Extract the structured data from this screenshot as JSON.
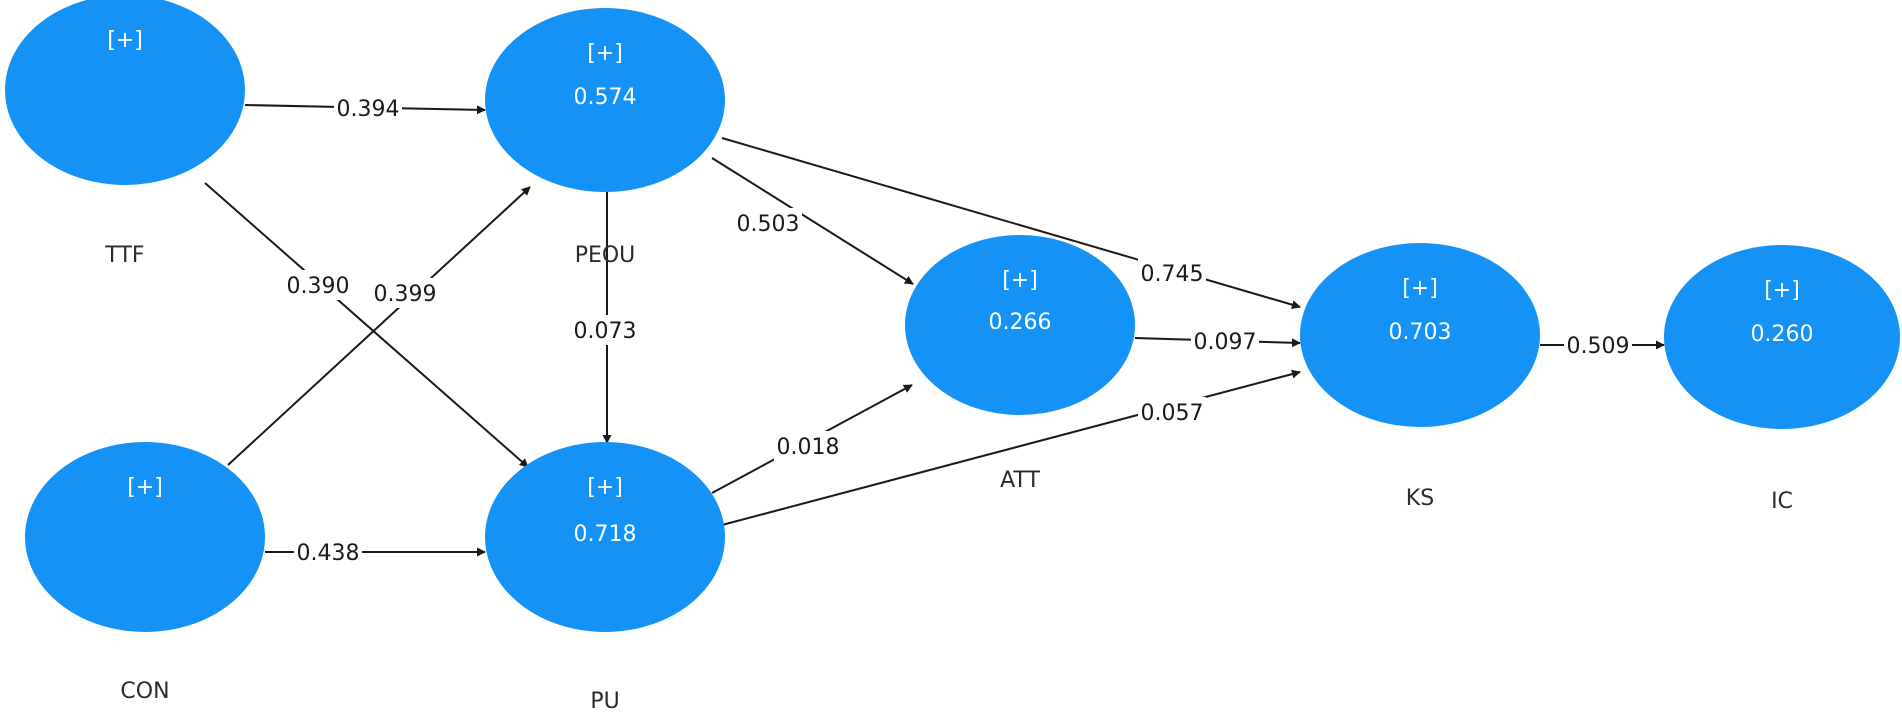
{
  "nodes": [
    {
      "id": "TTF",
      "name": "TTF",
      "expand": "[+]",
      "value": ""
    },
    {
      "id": "PEOU",
      "name": "PEOU",
      "expand": "[+]",
      "value": "0.574"
    },
    {
      "id": "CON",
      "name": "CON",
      "expand": "[+]",
      "value": ""
    },
    {
      "id": "PU",
      "name": "PU",
      "expand": "[+]",
      "value": "0.718"
    },
    {
      "id": "ATT",
      "name": "ATT",
      "expand": "[+]",
      "value": "0.266"
    },
    {
      "id": "KS",
      "name": "KS",
      "expand": "[+]",
      "value": "0.703"
    },
    {
      "id": "IC",
      "name": "IC",
      "expand": "[+]",
      "value": "0.260"
    }
  ],
  "edges": [
    {
      "from": "TTF",
      "to": "PEOU",
      "label": "0.394"
    },
    {
      "from": "TTF",
      "to": "PU",
      "label": "0.390"
    },
    {
      "from": "CON",
      "to": "PEOU",
      "label": "0.399"
    },
    {
      "from": "CON",
      "to": "PU",
      "label": "0.438"
    },
    {
      "from": "PEOU",
      "to": "PU",
      "label": "0.073"
    },
    {
      "from": "PEOU",
      "to": "ATT",
      "label": "0.503"
    },
    {
      "from": "PEOU",
      "to": "KS",
      "label": "0.745"
    },
    {
      "from": "PU",
      "to": "ATT",
      "label": "0.018"
    },
    {
      "from": "PU",
      "to": "KS",
      "label": "0.057"
    },
    {
      "from": "ATT",
      "to": "KS",
      "label": "0.097"
    },
    {
      "from": "KS",
      "to": "IC",
      "label": "0.509"
    }
  ],
  "colors": {
    "node_fill": "#1592f5",
    "node_text": "#ffffff",
    "edge": "#1a1a1a",
    "background": "#ffffff"
  }
}
